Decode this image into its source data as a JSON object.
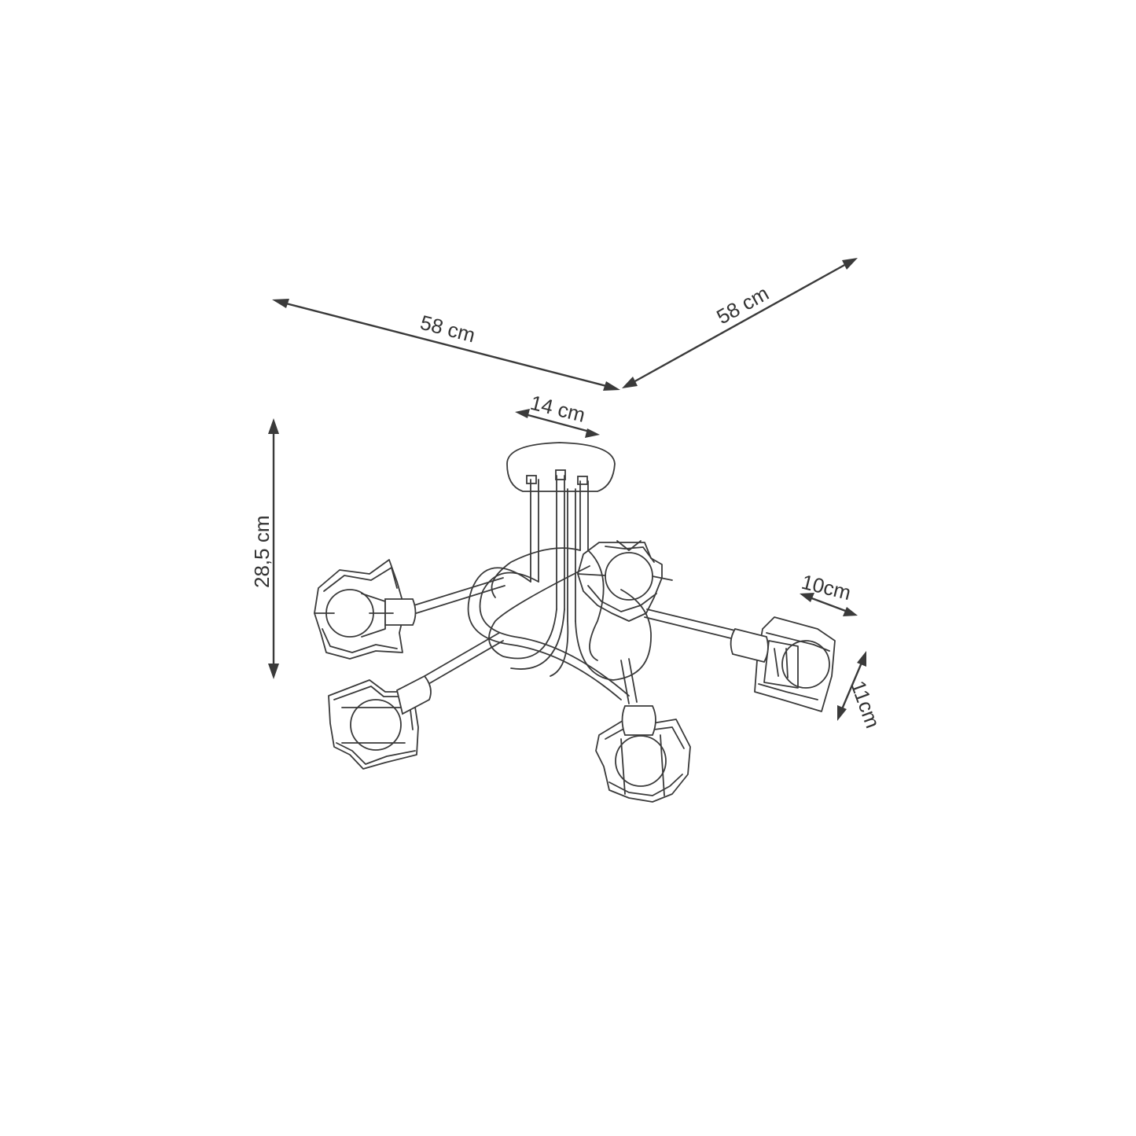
{
  "dimensions": {
    "width_left": "58 cm",
    "width_right": "58 cm",
    "canopy": "14 cm",
    "height": "28,5 cm",
    "shade_width": "10cm",
    "shade_height": "11cm"
  },
  "colors": {
    "line": "#3a3a3a",
    "text": "#333333",
    "background": "#ffffff"
  }
}
